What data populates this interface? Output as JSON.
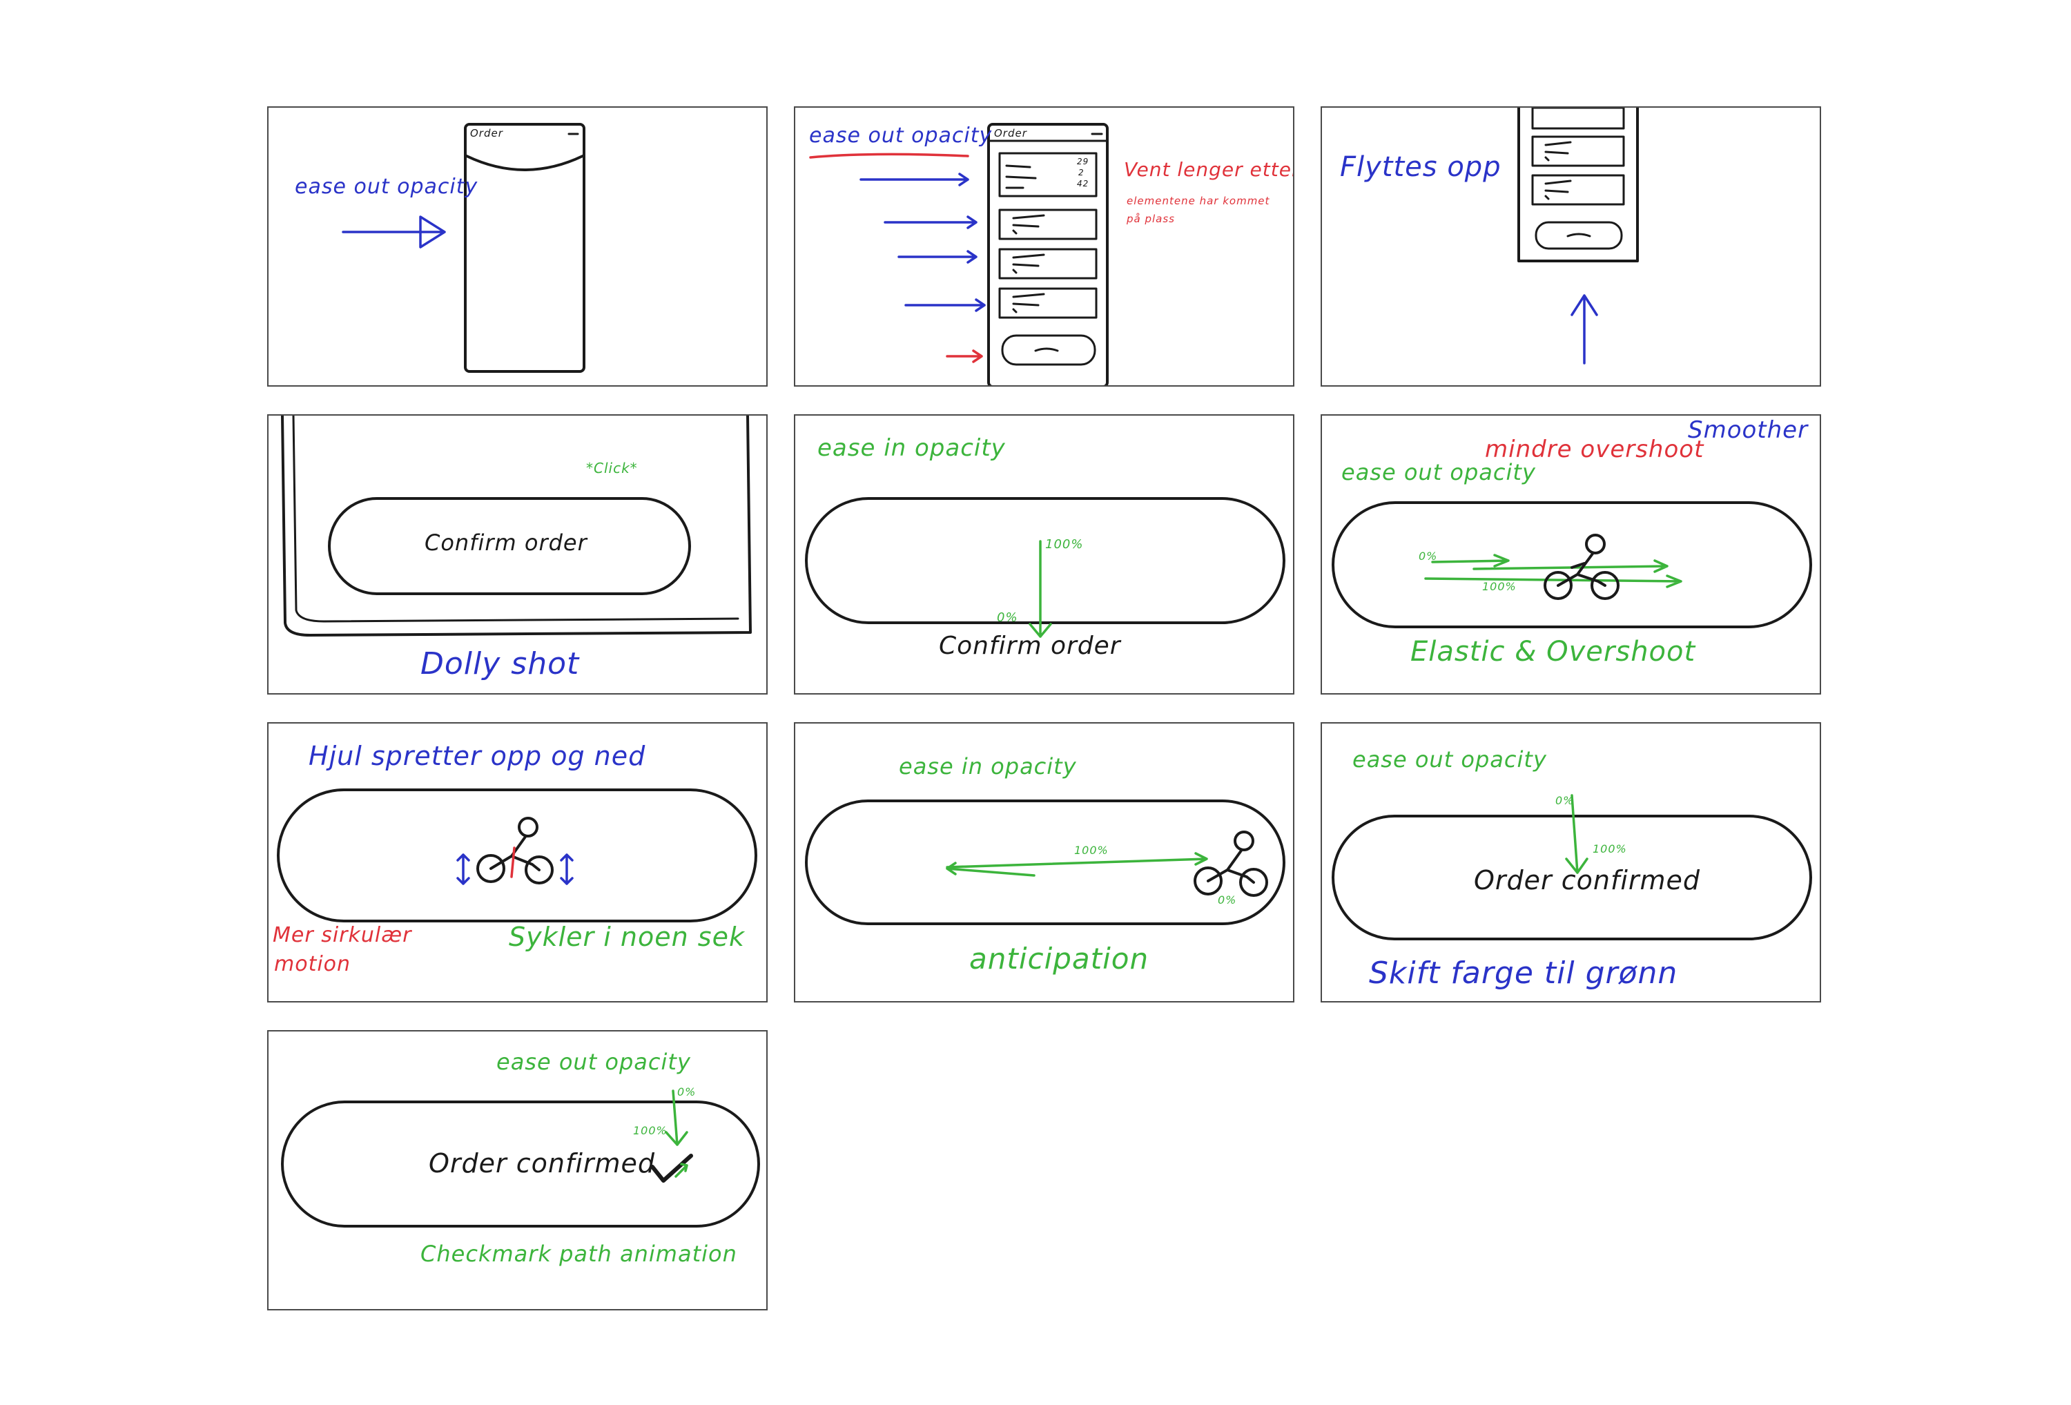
{
  "panels": {
    "p1": {
      "label": "ease out opacity",
      "phone_title": "Order"
    },
    "p2": {
      "label": "ease out opacity",
      "phone_title": "Order",
      "note_title": "Vent lenger etter",
      "note_line2": "elementene har kommet",
      "note_line3": "på plass",
      "row_numbers": [
        "29",
        "2",
        "42"
      ]
    },
    "p3": {
      "label": "Flyttes opp"
    },
    "p4": {
      "click": "*Click*",
      "button": "Confirm order",
      "caption": "Dolly shot"
    },
    "p5": {
      "label": "ease in opacity",
      "pct_top": "100%",
      "pct_bottom": "0%",
      "button": "Confirm order"
    },
    "p6": {
      "label_smoother": "Smoother",
      "label_overshoot": "mindre overshoot",
      "label_ease": "ease out opacity",
      "pct_left": "0%",
      "pct_mid": "100%",
      "caption": "Elastic & Overshoot"
    },
    "p7": {
      "label": "Hjul spretter opp og ned",
      "note_line1": "Mer sirkulær",
      "note_line2": "motion",
      "caption": "Sykler i noen sek"
    },
    "p8": {
      "label": "ease in opacity",
      "pct_top": "100%",
      "pct_bottom": "0%",
      "caption": "anticipation"
    },
    "p9": {
      "label": "ease out opacity",
      "pct_top": "0%",
      "pct_bottom": "100%",
      "button": "Order confirmed",
      "caption": "Skift farge til grønn"
    },
    "p10": {
      "label": "ease out opacity",
      "pct_top": "0%",
      "pct_bottom": "100%",
      "button": "Order confirmed",
      "caption": "Checkmark path animation"
    }
  },
  "colors": {
    "blue": "#2a33c8",
    "red": "#e0323a",
    "green": "#3cb43c",
    "ink": "#1a1a1a",
    "frame": "#4a4a4a"
  }
}
